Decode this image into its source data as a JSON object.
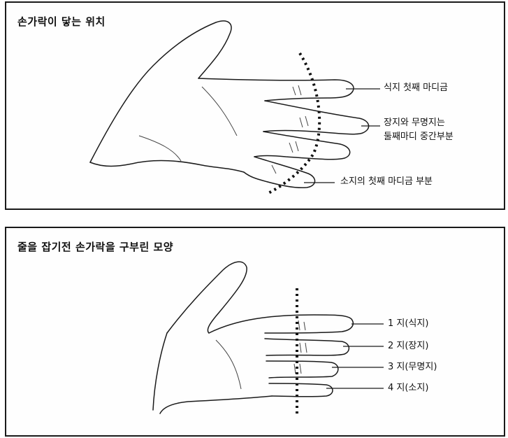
{
  "panels": {
    "top": {
      "title": "손가락이 닿는 위치",
      "callouts": [
        {
          "line1": "식지 첫째 마디금",
          "line2": ""
        },
        {
          "line1": "장지와 무명지는",
          "line2": "둘째마디 중간부분"
        },
        {
          "line1": "소지의 첫째 마디금 부분",
          "line2": ""
        }
      ]
    },
    "bottom": {
      "title": "줄을 잡기전 손가락을 구부린 모양",
      "callouts": [
        {
          "line1": "1 지(식지)"
        },
        {
          "line1": "2 지(장지)"
        },
        {
          "line1": "3 지(무명지)"
        },
        {
          "line1": "4 지(소지)"
        }
      ]
    }
  }
}
